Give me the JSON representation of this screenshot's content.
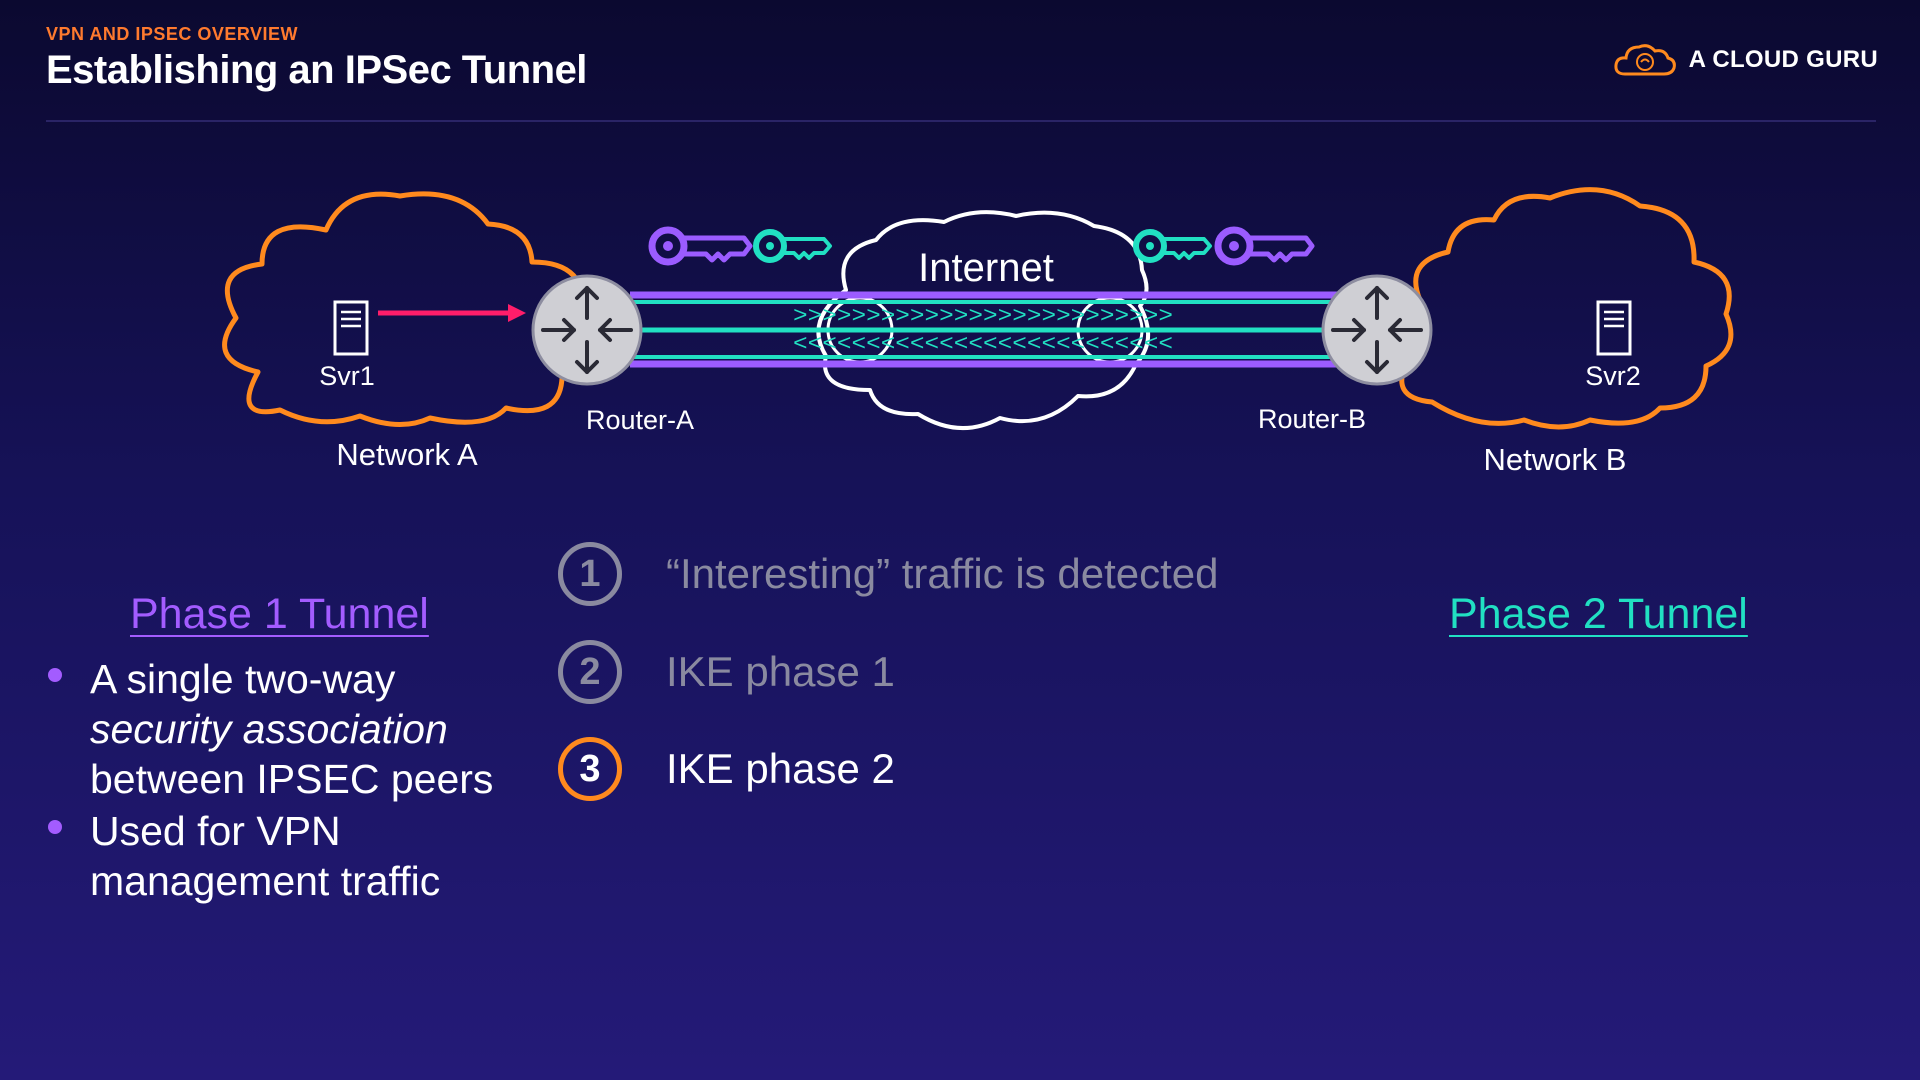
{
  "header": {
    "eyebrow": "VPN AND IPSEC OVERVIEW",
    "title": "Establishing an IPSec Tunnel",
    "brand": "A CLOUD GURU",
    "brand_icon": "cloud-logo-icon"
  },
  "diagram": {
    "internet_label": "Internet",
    "server_a": "Svr1",
    "server_b": "Svr2",
    "router_a": "Router-A",
    "router_b": "Router-B",
    "network_a": "Network A",
    "network_b": "Network B",
    "tunnel_forward": ">>>>>>>>>>>>>>>>>>>>>>>>>>",
    "tunnel_back": "<<<<<<<<<<<<<<<<<<<<<<<<<<"
  },
  "steps": [
    {
      "number": "1",
      "text": "“Interesting” traffic is detected",
      "active": false
    },
    {
      "number": "2",
      "text": "IKE phase 1",
      "active": false
    },
    {
      "number": "3",
      "text": "IKE phase 2",
      "active": true
    }
  ],
  "phase1": {
    "heading": "Phase 1 Tunnel",
    "bullets": [
      {
        "line1": "A single two-way",
        "line2_italic": "security association",
        "line3": "between IPSEC peers"
      },
      {
        "line1": "Used for VPN",
        "line2": "management traffic"
      }
    ]
  },
  "phase2": {
    "heading": "Phase 2 Tunnel"
  },
  "colors": {
    "accent_orange": "#ff7a2e",
    "phase1_purple": "#a35cff",
    "phase2_teal": "#21e0c2",
    "flow_arrow": "#ff1d6a",
    "muted_step": "#8a8aa0"
  }
}
